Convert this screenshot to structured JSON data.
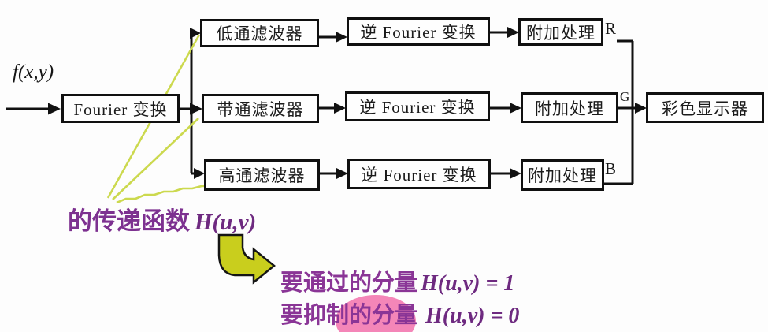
{
  "diagram": {
    "input_label": "f(x,y)",
    "fourier_label": "Fourier 变换",
    "display_label": "彩色显示器",
    "rows": [
      {
        "filter": "低通滤波器",
        "inverse": "逆 Fourier 变换",
        "post": "附加处理",
        "channel": "R"
      },
      {
        "filter": "带通滤波器",
        "inverse": "逆 Fourier 变换",
        "post": "附加处理",
        "channel": "G"
      },
      {
        "filter": "高通滤波器",
        "inverse": "逆 Fourier 变换",
        "post": "附加处理",
        "channel": "B"
      }
    ]
  },
  "annotation": {
    "transfer_text": "的传递函数",
    "transfer_math": "H(u,v)",
    "pass_text": "要通过的分量",
    "pass_math": "H(u,v) = 1",
    "suppress_text": "要抑制的分量",
    "suppress_math": "H(u,v) = 0"
  },
  "colors": {
    "annotation_purple": "#7d3190",
    "pointer_yellow": "#ccd94e",
    "bent_arrow_yellow": "#c9ce1d",
    "highlight_pink": "#f486b8",
    "connector_black": "#111111"
  }
}
